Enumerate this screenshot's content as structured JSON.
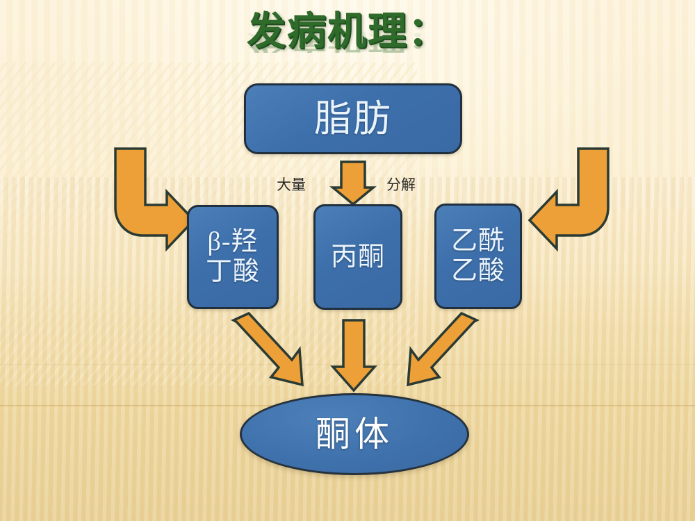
{
  "slide": {
    "title": "发病机理：",
    "title_color": "#2f6b2b",
    "background_color": "#f8e7c0",
    "node_fill_color": "#3d6fab",
    "node_border_color": "#20303f",
    "arrow_fill_color": "#eda038",
    "arrow_border_color": "#2b3b33"
  },
  "diagram": {
    "type": "flowchart",
    "source_node": {
      "id": "fat",
      "label": "脂肪",
      "shape": "rounded-rectangle"
    },
    "flow_labels": {
      "left": "大量",
      "right": "分解"
    },
    "middle_nodes": [
      {
        "id": "bhb",
        "label": "β-羟\n丁酸",
        "shape": "rounded-rectangle"
      },
      {
        "id": "acetone",
        "label": "丙酮",
        "shape": "rounded-rectangle"
      },
      {
        "id": "acetoacetate",
        "label": "乙酰\n乙酸",
        "shape": "rounded-rectangle"
      }
    ],
    "target_node": {
      "id": "ketone-bodies",
      "label": "酮体",
      "shape": "ellipse"
    },
    "arrows": [
      {
        "id": "fat-to-products",
        "icon": "arrow-down-icon",
        "from": "fat",
        "to": "middle-nodes"
      },
      {
        "id": "curve-left",
        "icon": "arrow-curve-right-icon",
        "to": "bhb"
      },
      {
        "id": "curve-right",
        "icon": "arrow-curve-left-icon",
        "to": "acetoacetate"
      },
      {
        "id": "bhb-to-ketone",
        "icon": "arrow-diagonal-down-right-icon",
        "from": "bhb",
        "to": "ketone-bodies"
      },
      {
        "id": "acetone-to-ketone",
        "icon": "arrow-down-icon",
        "from": "acetone",
        "to": "ketone-bodies"
      },
      {
        "id": "acetoacetate-to-ketone",
        "icon": "arrow-diagonal-down-left-icon",
        "from": "acetoacetate",
        "to": "ketone-bodies"
      }
    ]
  }
}
